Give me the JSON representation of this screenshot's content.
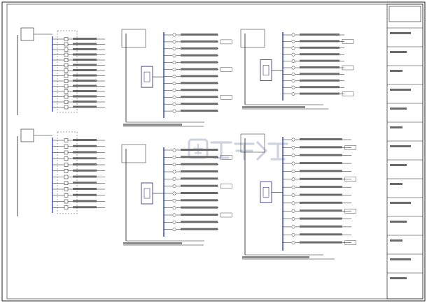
{
  "page": {
    "watermark_icon": "tumu-zaixian-logo",
    "line_color": "#1a1a1a",
    "accent_color": "#1f3fbf",
    "watermark_color": "#c9cfdf",
    "symbol_color": "#3a3a8a"
  },
  "schematics": [
    {
      "name": "schematic-top-left-1",
      "branch_count": 14,
      "style": "cabinet"
    },
    {
      "name": "schematic-top-left-2",
      "branch_count": 12,
      "style": "cabinet"
    },
    {
      "name": "schematic-top-middle",
      "branch_count": 12,
      "style": "switch"
    },
    {
      "name": "schematic-top-right",
      "branch_count": 10,
      "style": "switch"
    },
    {
      "name": "schematic-bottom-middle",
      "branch_count": 12,
      "style": "switch"
    },
    {
      "name": "schematic-bottom-right",
      "branch_count": 14,
      "style": "switch-large"
    }
  ],
  "title_block": {
    "rows": 14
  }
}
